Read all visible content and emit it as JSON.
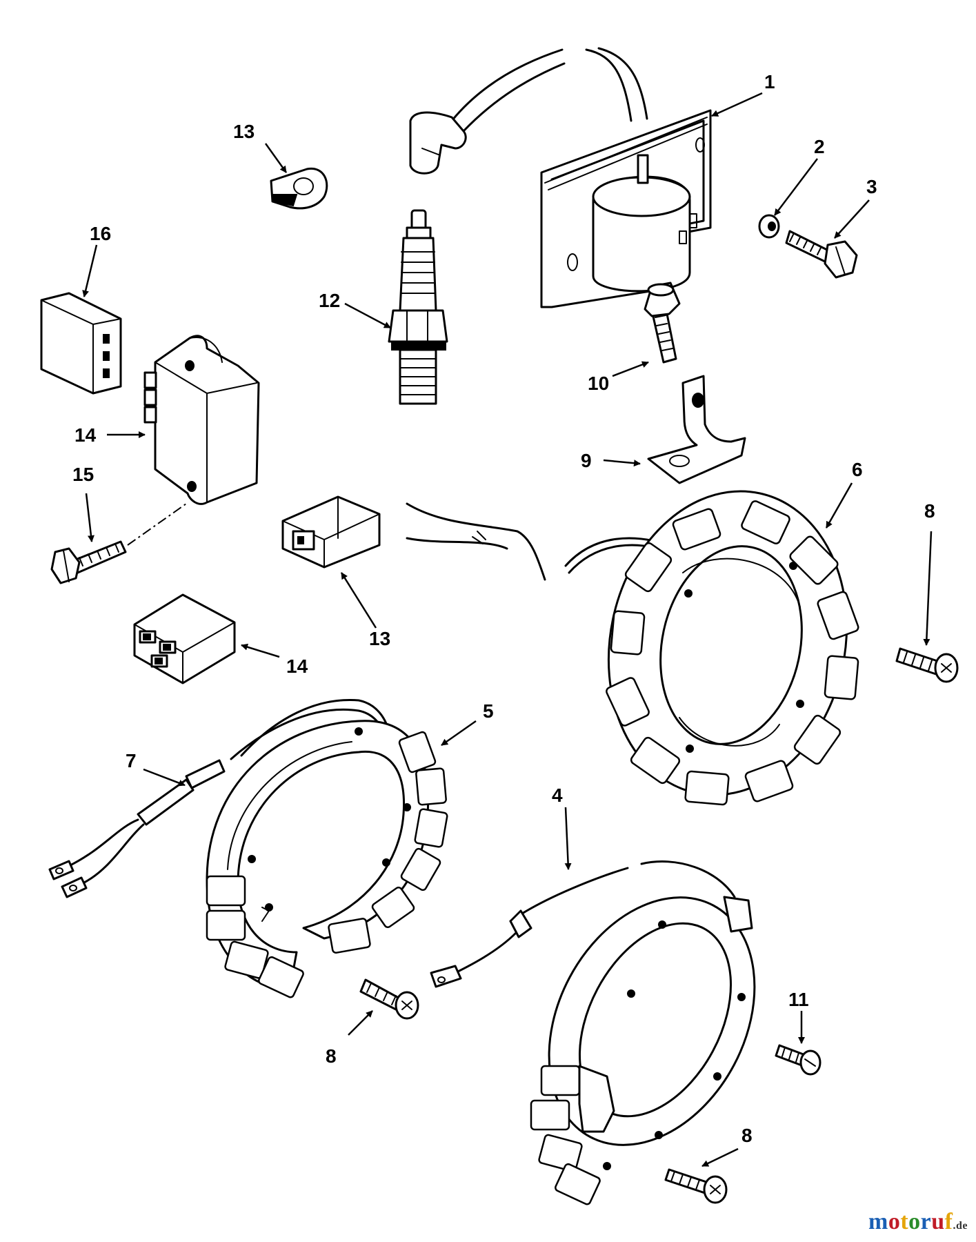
{
  "callouts": {
    "c1": "1",
    "c2": "2",
    "c3": "3",
    "c4": "4",
    "c5": "5",
    "c6": "6",
    "c7": "7",
    "c8a": "8",
    "c8b": "8",
    "c8c": "8",
    "c9": "9",
    "c10": "10",
    "c11": "11",
    "c12": "12",
    "c13a": "13",
    "c13b": "13",
    "c14a": "14",
    "c14b": "14",
    "c15": "15",
    "c16": "16"
  },
  "watermark": {
    "letters": [
      "m",
      "o",
      "t",
      "o",
      "r",
      "u",
      "f"
    ],
    "letter_colors": [
      "#1a5fb4",
      "#c01c28",
      "#e5a50a",
      "#2a8c2a",
      "#1a5fb4",
      "#c01c28",
      "#e5a50a"
    ],
    "domain": ".de"
  }
}
